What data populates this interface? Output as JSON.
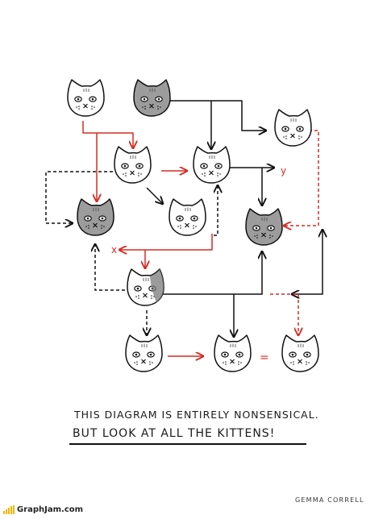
{
  "diagram": {
    "marks": {
      "x_label": "x",
      "y_label": "y",
      "equals": "="
    },
    "colors": {
      "ink": "#111111",
      "red": "#d62b24",
      "grey": "#9c9c9c",
      "grey_dark": "#7a7a7a"
    },
    "kittens": [
      {
        "id": "k1",
        "fill": "white"
      },
      {
        "id": "k2",
        "fill": "grey"
      },
      {
        "id": "k3",
        "fill": "white"
      },
      {
        "id": "k4",
        "fill": "white"
      },
      {
        "id": "k5",
        "fill": "white"
      },
      {
        "id": "k6",
        "fill": "grey"
      },
      {
        "id": "k7",
        "fill": "white"
      },
      {
        "id": "k8",
        "fill": "grey"
      },
      {
        "id": "k9",
        "fill": "patch"
      },
      {
        "id": "k10",
        "fill": "white"
      },
      {
        "id": "k11",
        "fill": "white"
      },
      {
        "id": "k12",
        "fill": "white"
      }
    ]
  },
  "caption": {
    "line1": "THIS DIAGRAM IS ENTIRELY NONSENSICAL.",
    "line2": "BUT LOOK AT ALL THE KITTENS!"
  },
  "artist": "GEMMA CORRELL",
  "footer": {
    "brand": "GraphJam.com"
  }
}
